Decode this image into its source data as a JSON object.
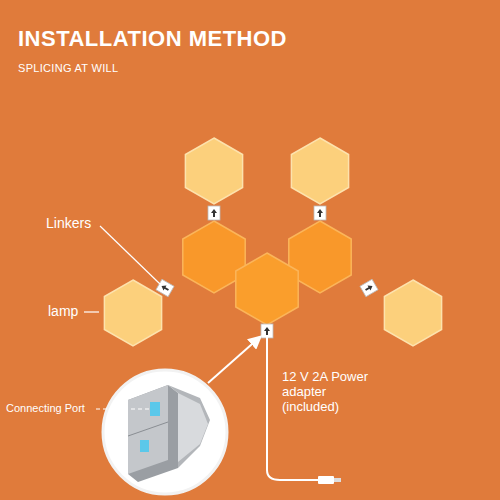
{
  "diagram": {
    "title": "INSTALLATION METHOD",
    "labels": [
      "SPLICING AT WILL",
      "Linkers",
      "lamp",
      "Connecting Port",
      "12 V 2A Power adapter (included)"
    ]
  }
}
